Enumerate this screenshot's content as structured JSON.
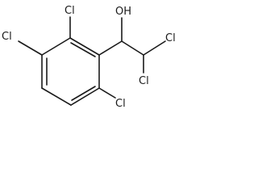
{
  "molecule": {
    "atoms": {
      "cl_top": "Cl",
      "cl_left": "Cl",
      "cl_bottom": "Cl",
      "oh": "OH",
      "cl_right_top": "Cl",
      "cl_right_bottom": "Cl"
    }
  },
  "colors": {
    "stroke": "#1a1a1a",
    "background": "#ffffff"
  }
}
